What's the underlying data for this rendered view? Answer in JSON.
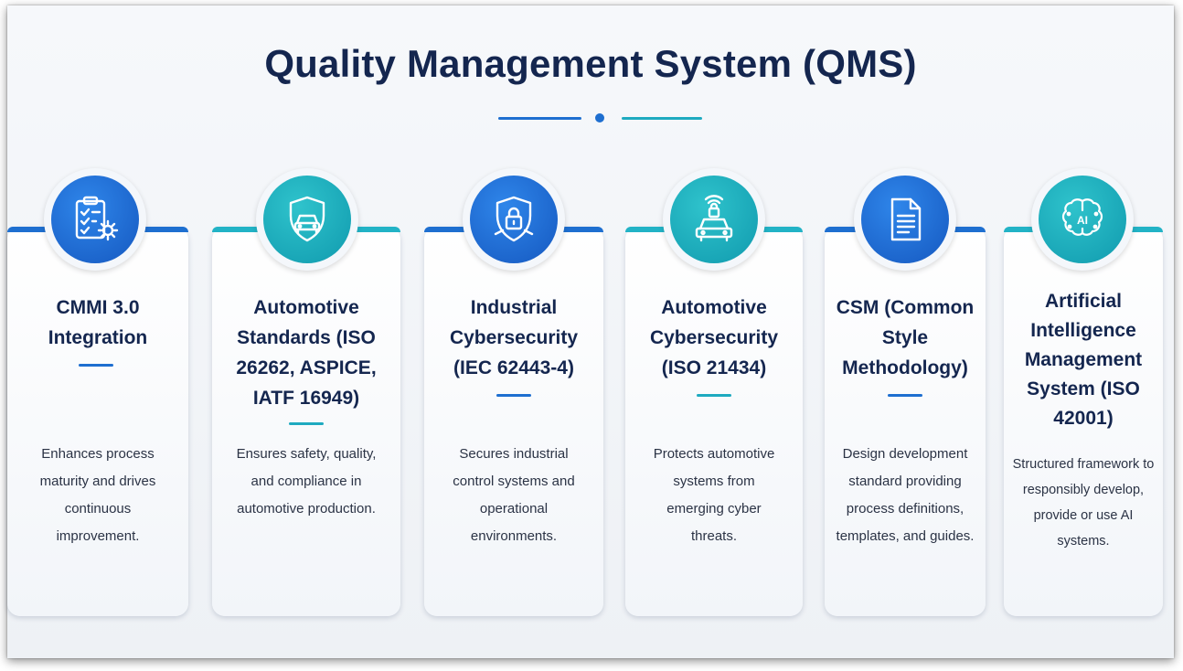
{
  "title": "Quality Management System (QMS)",
  "colors": {
    "blue": "#1e6fd0",
    "teal": "#22b3c6",
    "title": "#14264f"
  },
  "cards": [
    {
      "icon": "clipboard-gear-icon",
      "accent": "blue",
      "title": "CMMI 3.0 Integration",
      "description": "Enhances process maturity and drives continuous improvement."
    },
    {
      "icon": "shield-car-icon",
      "accent": "teal",
      "title": "Automotive Standards (ISO 26262, ASPICE, IATF 16949)",
      "description": "Ensures safety, quality, and compliance in automotive production."
    },
    {
      "icon": "shield-lock-icon",
      "accent": "blue",
      "title": "Industrial Cybersecurity (IEC 62443-4)",
      "description": "Secures industrial control systems and operational environments."
    },
    {
      "icon": "connected-car-lock-icon",
      "accent": "teal",
      "title": "Automotive Cybersecurity (ISO 21434)",
      "description": "Protects automotive systems from emerging cyber threats."
    },
    {
      "icon": "document-icon",
      "accent": "blue",
      "title": "CSM (Common Style Methodology)",
      "description": "Design development standard providing process definitions, templates, and guides."
    },
    {
      "icon": "ai-brain-icon",
      "accent": "teal",
      "title": "Artificial Intelligence Management System (ISO 42001)",
      "description": "Structured framework to responsibly develop, provide or use AI systems."
    }
  ]
}
